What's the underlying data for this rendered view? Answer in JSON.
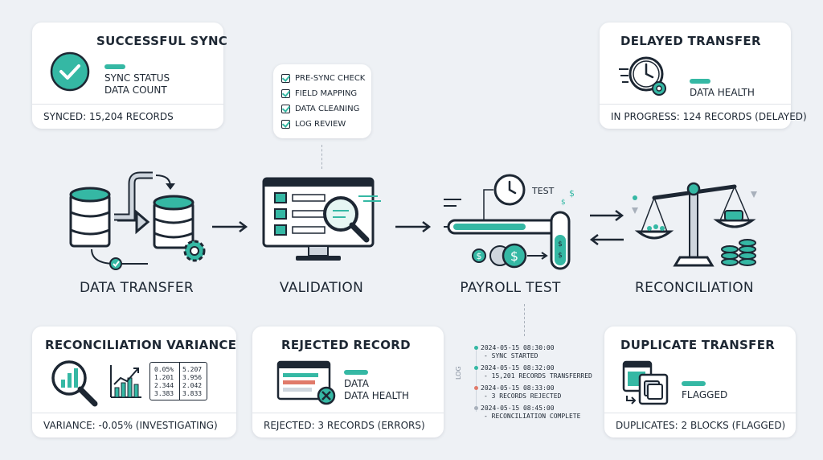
{
  "stages": [
    {
      "label": "DATA TRANSFER"
    },
    {
      "label": "VALIDATION"
    },
    {
      "label": "PAYROLL TEST"
    },
    {
      "label": "RECONCILIATION"
    }
  ],
  "cards": {
    "successful_sync": {
      "title": "SUCCESSFUL SYNC",
      "line1": "SYNC STATUS",
      "line2": "DATA COUNT",
      "footer": "SYNCED: 15,204 RECORDS"
    },
    "delayed_transfer": {
      "title": "DELAYED TRANSFER",
      "line1": "DATA HEALTH",
      "footer": "IN PROGRESS: 124 RECORDS (DELAYED)"
    },
    "reconciliation_variance": {
      "title": "RECONCILIATION VARIANCE",
      "footer": "VARIANCE: -0.05% (INVESTIGATING)",
      "table_col1": [
        "0.05%",
        "1.201",
        "2.344",
        "3.383"
      ],
      "table_col2": [
        "5.207",
        "3.956",
        "2.042",
        "3.833"
      ]
    },
    "rejected_record": {
      "title": "REJECTED RECORD",
      "line1": "DATA",
      "line2": "DATA HEALTH",
      "footer": "REJECTED: 3 RECORDS (ERRORS)"
    },
    "duplicate_transfer": {
      "title": "DUPLICATE TRANSFER",
      "line1": "FLAGGED",
      "footer": "DUPLICATES: 2 BLOCKS (FLAGGED)"
    }
  },
  "checklist": [
    "PRE-SYNC CHECK",
    "FIELD MAPPING",
    "DATA CLEANING",
    "LOG REVIEW"
  ],
  "payroll_test_label": "TEST",
  "log": {
    "side_label": "LOG",
    "entries": [
      {
        "time": "2024-05-15 08:30:00",
        "text": "- SYNC STARTED",
        "color": "#35b8a4"
      },
      {
        "time": "2024-05-15 08:32:00",
        "text": "- 15,201 RECORDS TRANSFERRED",
        "color": "#35b8a4"
      },
      {
        "time": "2024-05-15 08:33:00",
        "text": "- 3 RECORDS REJECTED",
        "color": "#e07a6a"
      },
      {
        "time": "2024-05-15 08:45:00",
        "text": "- RECONCILIATION COMPLETE",
        "color": "#a8b0bb"
      }
    ]
  },
  "colors": {
    "accent": "#35b8a4",
    "ink": "#1d2733",
    "error": "#e07a6a",
    "muted": "#a8b0bb"
  },
  "icons": [
    "check-circle-icon",
    "clock-gear-icon",
    "database-icon",
    "gear-icon",
    "monitor-icon",
    "magnifier-icon",
    "clock-icon",
    "test-tube-icon",
    "dollar-coin-icon",
    "balance-scale-icon",
    "bar-chart-icon",
    "line-chart-icon",
    "document-reject-icon",
    "duplicate-files-icon"
  ]
}
